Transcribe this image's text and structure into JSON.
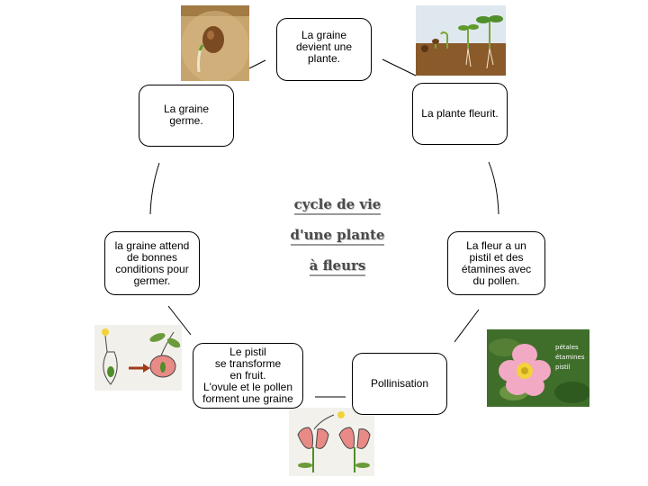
{
  "title": [
    "cycle de vie",
    "d'une plante",
    "à fleurs"
  ],
  "nodes": {
    "seed_becomes_plant": "La graine\ndevient une\nplante.",
    "plant_flowers": "La plante fleurit.",
    "flower_parts": "La fleur a un\npistil et des\nétamines avec\ndu pollen.",
    "pollination": "Pollinisation",
    "pistil_fruit": "Le pistil\nse transforme\nen fruit.\nL'ovule et le pollen\nforment une graine",
    "seed_waits": "la graine attend\nde bonnes\nconditions pour\ngermer.",
    "seed_germinates": "La graine\ngerme."
  },
  "rose_labels": [
    "pétales",
    "étamines",
    "pistil"
  ],
  "colors": {
    "soil": "#8a5a2b",
    "seed": "#7a4a22",
    "sprout": "#4f8f2a",
    "rose_petal": "#f2a9c4",
    "rose_center": "#f3d23a",
    "foliage": "#3f6e2a",
    "title_text": "#4a4a4a"
  }
}
